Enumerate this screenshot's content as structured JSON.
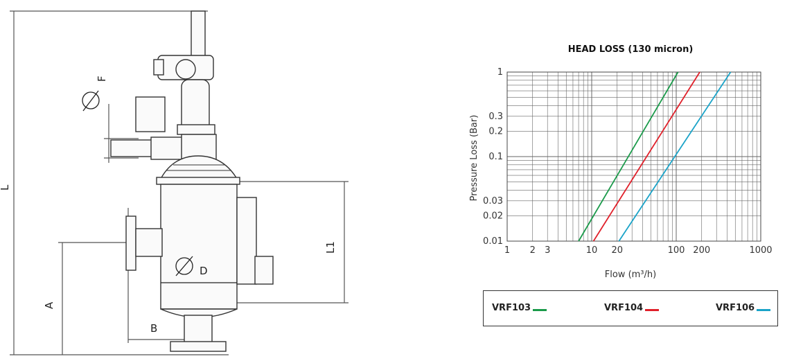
{
  "drawing": {
    "labels": {
      "L": "L",
      "F": "F",
      "L1": "L1",
      "A": "A",
      "B": "B",
      "D": "D"
    }
  },
  "chart_data": {
    "type": "line",
    "title": "HEAD LOSS (130 micron)",
    "xlabel": "Flow (m³/h)",
    "ylabel": "Pressure Loss (Bar)",
    "x_scale": "log",
    "y_scale": "log",
    "xlim": [
      1,
      1000
    ],
    "ylim": [
      0.01,
      1
    ],
    "grid": true,
    "x_ticks": [
      {
        "value": 1,
        "label": "1"
      },
      {
        "value": 2,
        "label": "2"
      },
      {
        "value": 3,
        "label": "3"
      },
      {
        "value": 10,
        "label": "10"
      },
      {
        "value": 20,
        "label": "20"
      },
      {
        "value": 100,
        "label": "100"
      },
      {
        "value": 200,
        "label": "200"
      },
      {
        "value": 1000,
        "label": "1000"
      }
    ],
    "y_ticks": [
      {
        "value": 0.01,
        "label": "0.01"
      },
      {
        "value": 0.02,
        "label": "0.02"
      },
      {
        "value": 0.03,
        "label": "0.03"
      },
      {
        "value": 0.1,
        "label": "0.1"
      },
      {
        "value": 0.2,
        "label": "0.2"
      },
      {
        "value": 0.3,
        "label": "0.3"
      },
      {
        "value": 1,
        "label": "1"
      }
    ],
    "legend_position": "bottom",
    "series": [
      {
        "name": "VRF103",
        "color": "#1a9a4a",
        "x": [
          7,
          105
        ],
        "y": [
          0.01,
          1
        ]
      },
      {
        "name": "VRF104",
        "color": "#e0202a",
        "x": [
          10.5,
          190
        ],
        "y": [
          0.01,
          1
        ]
      },
      {
        "name": "VRF106",
        "color": "#1aa3c8",
        "x": [
          21,
          440
        ],
        "y": [
          0.01,
          1
        ]
      }
    ]
  }
}
